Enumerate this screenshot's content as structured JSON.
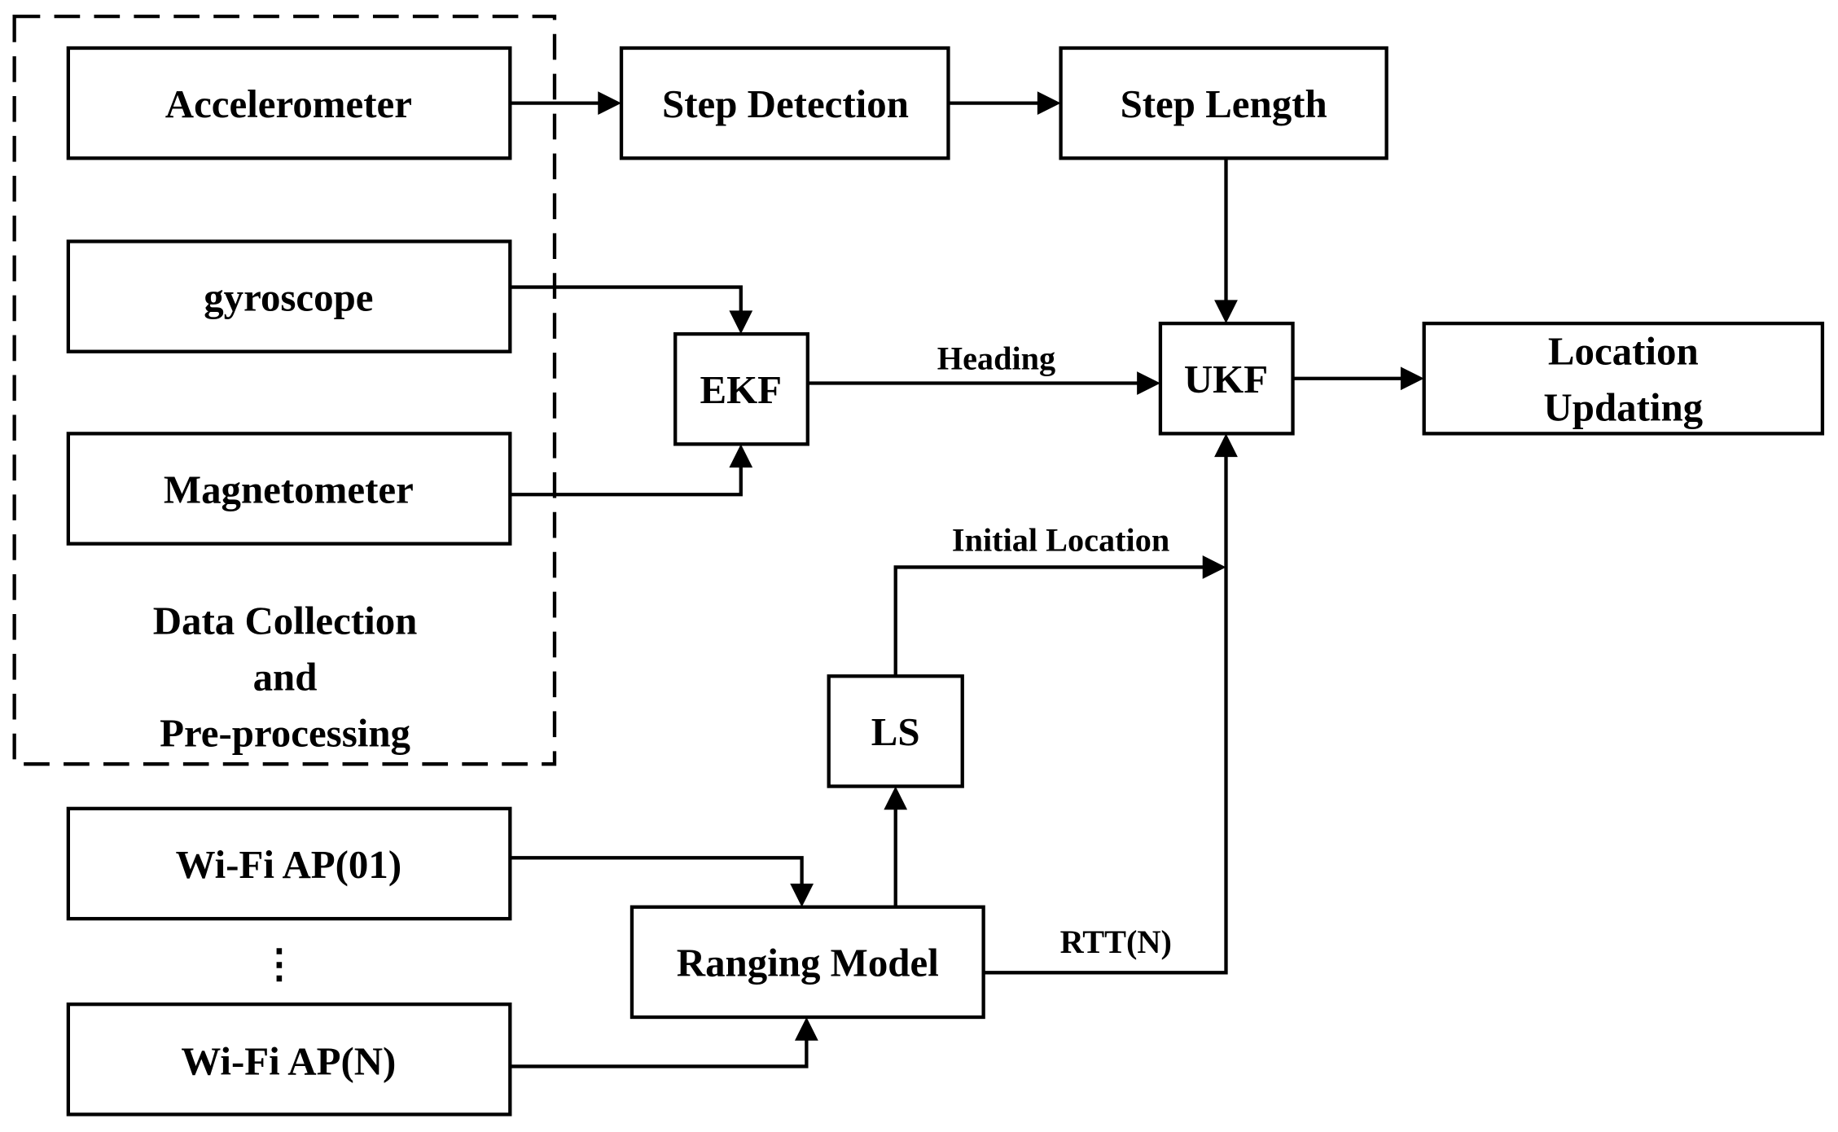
{
  "diagram": {
    "group": {
      "lines": [
        "Data Collection",
        "and",
        "Pre-processing"
      ]
    },
    "nodes": {
      "accelerometer": "Accelerometer",
      "gyroscope": "gyroscope",
      "magnetometer": "Magnetometer",
      "step_detection": "Step Detection",
      "step_length": "Step Length",
      "ekf": "EKF",
      "ukf": "UKF",
      "location_updating": [
        "Location",
        "Updating"
      ],
      "ls": "LS",
      "wifi_ap_01": "Wi-Fi AP(01)",
      "wifi_ap_n": "Wi-Fi AP(N)",
      "ellipsis": "⋮",
      "ranging_model": "Ranging Model"
    },
    "edge_labels": {
      "heading": "Heading",
      "initial_location": "Initial Location",
      "rtt": "RTT(N)"
    },
    "edges": [
      {
        "from": "Accelerometer",
        "to": "Step Detection"
      },
      {
        "from": "Step Detection",
        "to": "Step Length"
      },
      {
        "from": "Step Length",
        "to": "UKF"
      },
      {
        "from": "gyroscope",
        "to": "EKF"
      },
      {
        "from": "Magnetometer",
        "to": "EKF"
      },
      {
        "from": "EKF",
        "to": "UKF",
        "label": "Heading"
      },
      {
        "from": "UKF",
        "to": "Location Updating"
      },
      {
        "from": "Wi-Fi AP(01)",
        "to": "Ranging Model"
      },
      {
        "from": "Wi-Fi AP(N)",
        "to": "Ranging Model"
      },
      {
        "from": "Ranging Model",
        "to": "LS"
      },
      {
        "from": "LS",
        "to": "UKF",
        "label": "Initial Location"
      },
      {
        "from": "Ranging Model",
        "to": "UKF",
        "label": "RTT(N)"
      }
    ]
  }
}
